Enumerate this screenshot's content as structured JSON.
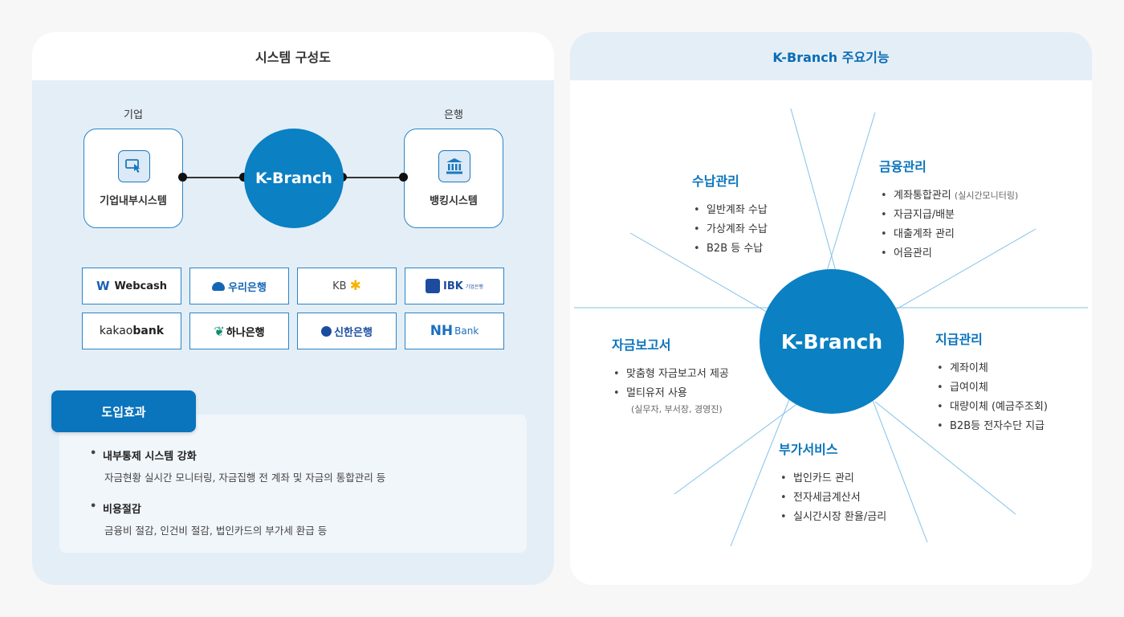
{
  "left": {
    "title": "시스템 구성도",
    "company_caption": "기업",
    "bank_caption": "은행",
    "company_system": "기업내부시스템",
    "hub": "K-Branch",
    "bank_system": "뱅킹시스템",
    "banks": [
      {
        "label": "Webcash",
        "prefix": "W",
        "color": "#222222",
        "icon": "webcash-logo-icon"
      },
      {
        "label": "우리은행",
        "color": "#1565b5",
        "icon": "woori-logo-icon"
      },
      {
        "label": "KB",
        "color": "#444444",
        "icon": "kb-star-icon"
      },
      {
        "label": "IBK",
        "sub": "기업은행",
        "color": "#1c4ba0",
        "icon": "ibk-logo-icon"
      },
      {
        "label": "kakao",
        "bold": "bank",
        "color": "#222222"
      },
      {
        "label": "하나은행",
        "color": "#111111",
        "icon": "hana-logo-icon"
      },
      {
        "label": "신한은행",
        "color": "#1a4d9e",
        "icon": "shinhan-logo-icon"
      },
      {
        "label": "NH",
        "sub": "Bank",
        "color": "#1a6fc0"
      }
    ],
    "effect": {
      "tag": "도입효과",
      "items": [
        {
          "title": "내부통제 시스템 강화",
          "desc": "자금현황 실시간 모니터링, 자금집행 전 계좌 및 자금의 통합관리 등"
        },
        {
          "title": "비용절감",
          "desc": "금융비 절감, 인건비 절감, 법인카드의 부가세 환급 등"
        }
      ]
    }
  },
  "right": {
    "title": "K-Branch 주요기능",
    "hub": "K-Branch",
    "features": [
      {
        "title": "수납관리",
        "items": [
          "일반계좌 수납",
          "가상계좌 수납",
          "B2B 등 수납"
        ]
      },
      {
        "title": "금융관리",
        "items": [
          "계좌통합관리",
          "자금지급/배분",
          "대출계좌 관리",
          "어음관리"
        ],
        "note": "(실시간모니터링)"
      },
      {
        "title": "자금보고서",
        "items": [
          "맞춤형 자금보고서 제공",
          "멀티유저 사용"
        ],
        "note": "(실무자, 부서장, 경영진)"
      },
      {
        "title": "지급관리",
        "items": [
          "계좌이체",
          "급여이체",
          "대량이체 (예금주조회)",
          "B2B등 전자수단 지급"
        ]
      },
      {
        "title": "부가서비스",
        "items": [
          "법인카드 관리",
          "전자세금계산서",
          "실시간시장 환율/금리"
        ]
      }
    ]
  }
}
